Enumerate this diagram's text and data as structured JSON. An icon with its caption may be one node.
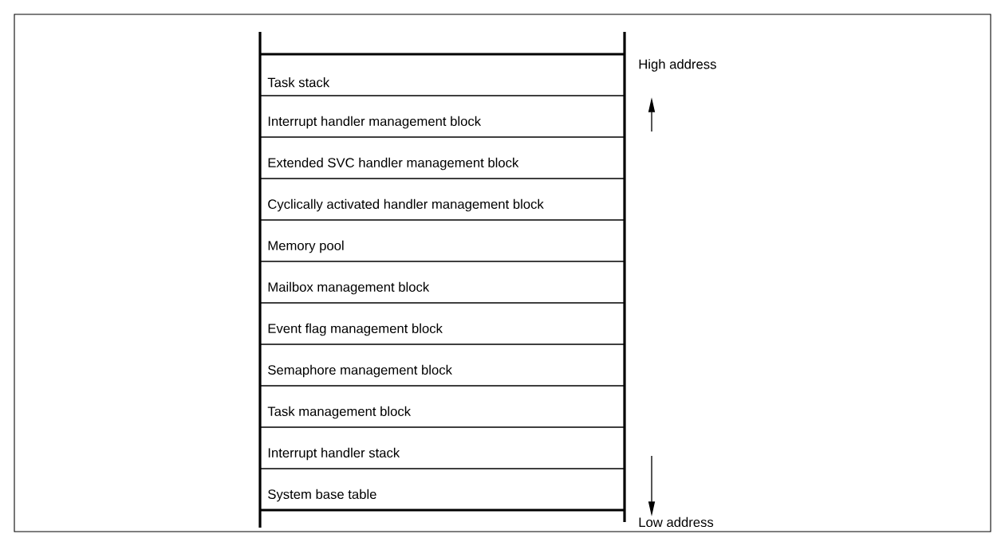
{
  "diagram": {
    "nodes": [
      {
        "text": [
          "Task stack"
        ]
      },
      {
        "text": [
          "Interrupt handler management block"
        ]
      },
      {
        "text": [
          "Extended SVC handler management block"
        ]
      },
      {
        "text": [
          "Cyclically activated handler management block"
        ]
      },
      {
        "text": [
          "Memory pool"
        ]
      },
      {
        "text": [
          "Mailbox management block"
        ]
      },
      {
        "text": [
          "Event flag management block"
        ]
      },
      {
        "text": [
          "Semaphore management block"
        ]
      },
      {
        "text": [
          "Task management block"
        ]
      },
      {
        "text": [
          "Interrupt handler stack"
        ]
      },
      {
        "text": [
          "System base table"
        ]
      }
    ],
    "labels": [
      "High address",
      "Low address"
    ]
  }
}
